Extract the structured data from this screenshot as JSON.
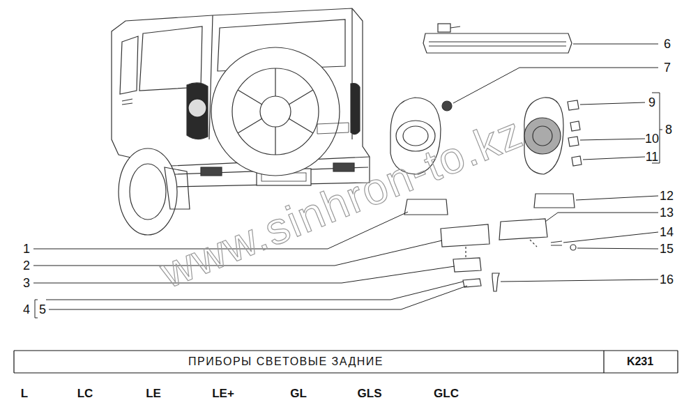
{
  "diagram": {
    "title": "ПРИБОРЫ СВЕТОВЫЕ ЗАДНИЕ",
    "labels": [
      "1",
      "2",
      "3",
      "4",
      "5",
      "6",
      "7",
      "8",
      "9",
      "10",
      "11",
      "12",
      "13",
      "14",
      "15",
      "16",
      "www.sinhron-to.kz",
      "K231",
      "L",
      "LC",
      "LE",
      "LE+",
      "GL",
      "GLS",
      "GLC"
    ]
  }
}
